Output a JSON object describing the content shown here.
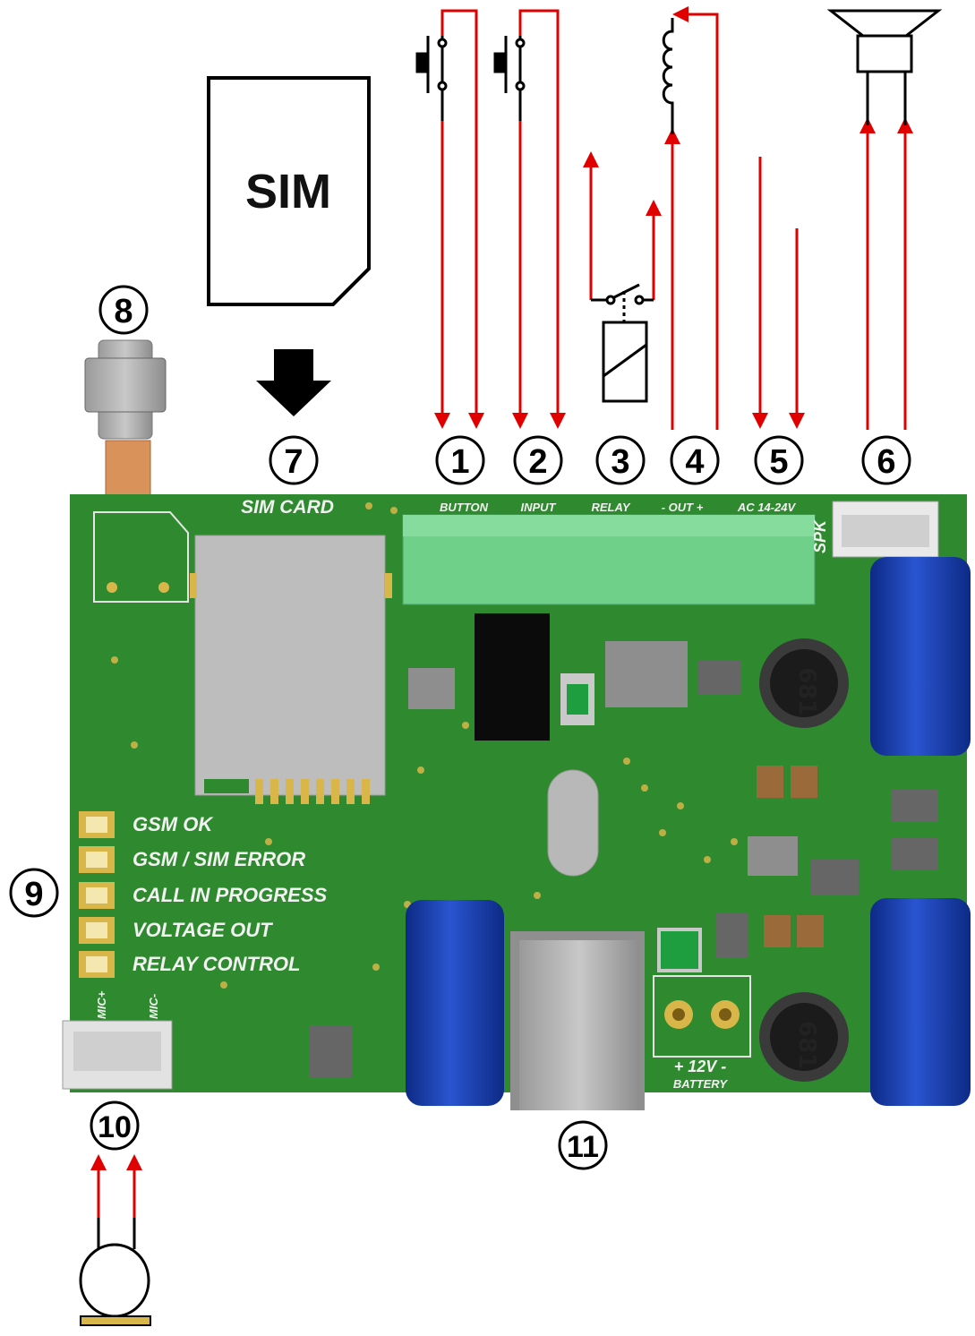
{
  "sim_card": {
    "label": "SIM"
  },
  "callouts": [
    {
      "id": "1",
      "label": "1"
    },
    {
      "id": "2",
      "label": "2"
    },
    {
      "id": "3",
      "label": "3"
    },
    {
      "id": "4",
      "label": "4"
    },
    {
      "id": "5",
      "label": "5"
    },
    {
      "id": "6",
      "label": "6"
    },
    {
      "id": "7",
      "label": "7"
    },
    {
      "id": "8",
      "label": "8"
    },
    {
      "id": "9",
      "label": "9"
    },
    {
      "id": "10",
      "label": "10"
    },
    {
      "id": "11",
      "label": "11"
    }
  ],
  "board": {
    "sim_card_label": "SIM CARD",
    "terminal_labels": {
      "button": "BUTTON",
      "input": "INPUT",
      "relay": "RELAY",
      "out": "- OUT +",
      "ac": "AC 14-24V"
    },
    "spk_label": "SPK",
    "mic_plus": "MIC+",
    "mic_minus": "MIC-",
    "battery_label": "+ 12V -",
    "battery_sub": "BATTERY",
    "inductor_top": "681",
    "inductor_bottom": "681",
    "leds": [
      {
        "label": "GSM OK"
      },
      {
        "label": "GSM / SIM ERROR"
      },
      {
        "label": "CALL IN PROGRESS"
      },
      {
        "label": "VOLTAGE OUT"
      },
      {
        "label": "RELAY CONTROL"
      }
    ]
  },
  "colors": {
    "pcb": "#2f8a2f",
    "terminal": "#6fd08a",
    "capacitor": "#1d3fb0",
    "wire": "#e00000"
  }
}
